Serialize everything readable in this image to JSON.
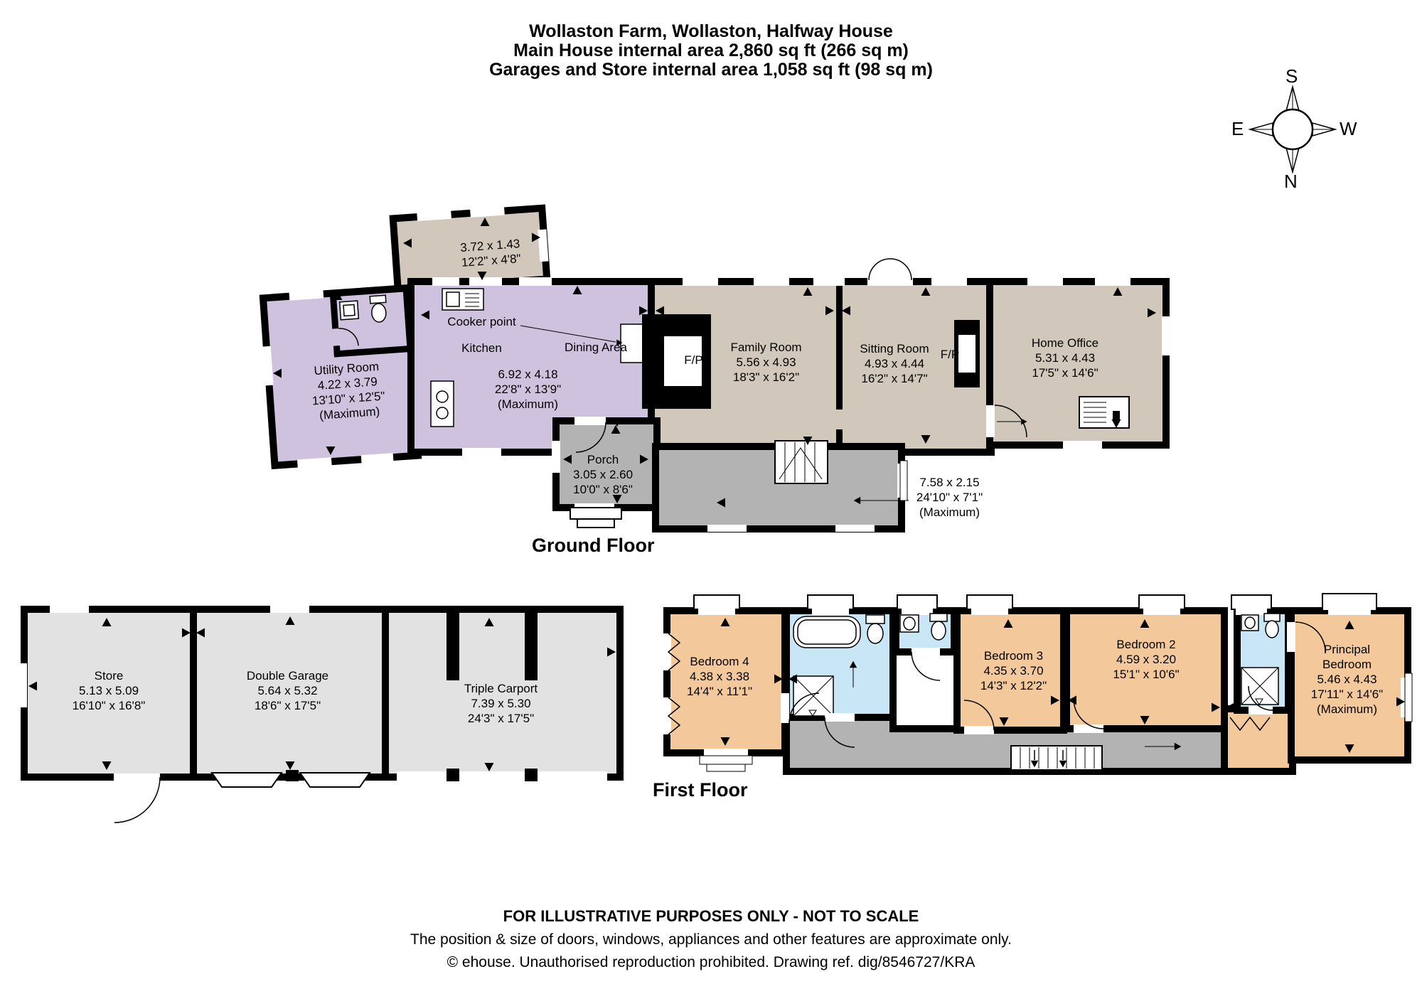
{
  "title": {
    "line1": "Wollaston Farm, Wollaston, Halfway House",
    "line2": "Main House internal area 2,860 sq ft (266 sq m)",
    "line3": "Garages and Store internal area 1,058 sq ft (98 sq m)"
  },
  "compass": {
    "n": "N",
    "s": "S",
    "e": "E",
    "w": "W"
  },
  "ground": {
    "label": "Ground Floor",
    "fp": "F/P",
    "lobby": {
      "m": "3.72 x 1.43",
      "ft": "12'2\" x 4'8\""
    },
    "utility": {
      "name": "Utility Room",
      "m": "4.22 x 3.79",
      "ft": "13'10\" x 12'5\"",
      "note": "(Maximum)"
    },
    "kitchen": {
      "name": "Kitchen",
      "cooker": "Cooker point",
      "m": "6.92 x 4.18",
      "ft": "22'8\" x 13'9\"",
      "note": "(Maximum)"
    },
    "dining": {
      "name": "Dining Area"
    },
    "family": {
      "name": "Family Room",
      "m": "5.56 x 4.93",
      "ft": "18'3\" x 16'2\""
    },
    "sitting": {
      "name": "Sitting Room",
      "m": "4.93 x 4.44",
      "ft": "16'2\" x 14'7\""
    },
    "office": {
      "name": "Home Office",
      "m": "5.31 x 4.43",
      "ft": "17'5\" x 14'6\""
    },
    "porch": {
      "name": "Porch",
      "m": "3.05 x 2.60",
      "ft": "10'0\" x 8'6\""
    },
    "hall": {
      "m": "7.58 x 2.15",
      "ft": "24'10\" x 7'1\"",
      "note": "(Maximum)"
    }
  },
  "outbuildings": {
    "store": {
      "name": "Store",
      "m": "5.13 x 5.09",
      "ft": "16'10\" x 16'8\""
    },
    "garage": {
      "name": "Double Garage",
      "m": "5.64 x 5.32",
      "ft": "18'6\" x 17'5\""
    },
    "carport": {
      "name": "Triple Carport",
      "m": "7.39 x 5.30",
      "ft": "24'3\" x 17'5\""
    }
  },
  "first": {
    "label": "First Floor",
    "bed4": {
      "name": "Bedroom 4",
      "m": "4.38 x 3.38",
      "ft": "14'4\" x 11'1\""
    },
    "bed3": {
      "name": "Bedroom 3",
      "m": "4.35 x 3.70",
      "ft": "14'3\" x 12'2\""
    },
    "bed2": {
      "name": "Bedroom 2",
      "m": "4.59 x 3.20",
      "ft": "15'1\" x 10'6\""
    },
    "principal": {
      "name1": "Principal",
      "name2": "Bedroom",
      "m": "5.46 x 4.43",
      "ft": "17'11\" x 14'6\"",
      "note": "(Maximum)"
    }
  },
  "footer": {
    "line1": "FOR ILLUSTRATIVE PURPOSES ONLY - NOT TO SCALE",
    "line2": "The position & size of doors, windows, appliances and other features are approximate only.",
    "line3": "© ehouse. Unauthorised reproduction prohibited. Drawing ref. dig/8546727/KRA"
  },
  "colors": {
    "wall": "#000000",
    "kitchen_zone": "#cfc2de",
    "living_zone": "#d1c8bb",
    "circulation": "#b3b3b3",
    "outbuilding": "#e2e2e2",
    "bedroom_zone": "#f3c99b",
    "bathroom_zone": "#c9e6f7"
  }
}
